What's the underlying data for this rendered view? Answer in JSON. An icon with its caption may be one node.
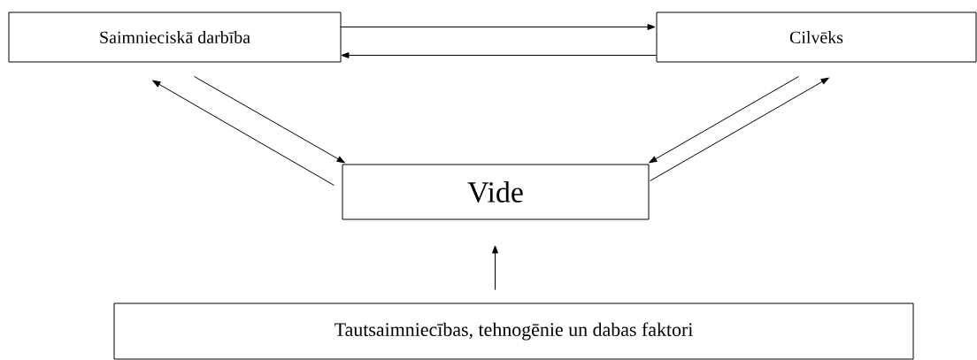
{
  "diagram": {
    "nodes": [
      {
        "text": [
          "Saimnieciskā darbība"
        ]
      },
      {
        "text": [
          "Cilvēks"
        ]
      },
      {
        "text": [
          "Vide"
        ]
      },
      {
        "text": [
          "Tautsaimniecības, tehnogēnie un dabas faktori"
        ]
      }
    ],
    "edges": [
      {
        "from": 0,
        "to": 1,
        "arrow": "to"
      },
      {
        "from": 1,
        "to": 0,
        "arrow": "to"
      },
      {
        "from": 0,
        "to": 2,
        "arrow": "to"
      },
      {
        "from": 2,
        "to": 0,
        "arrow": "to"
      },
      {
        "from": 1,
        "to": 2,
        "arrow": "to"
      },
      {
        "from": 2,
        "to": 1,
        "arrow": "to"
      },
      {
        "from": 3,
        "to": 2,
        "arrow": "to"
      }
    ]
  }
}
